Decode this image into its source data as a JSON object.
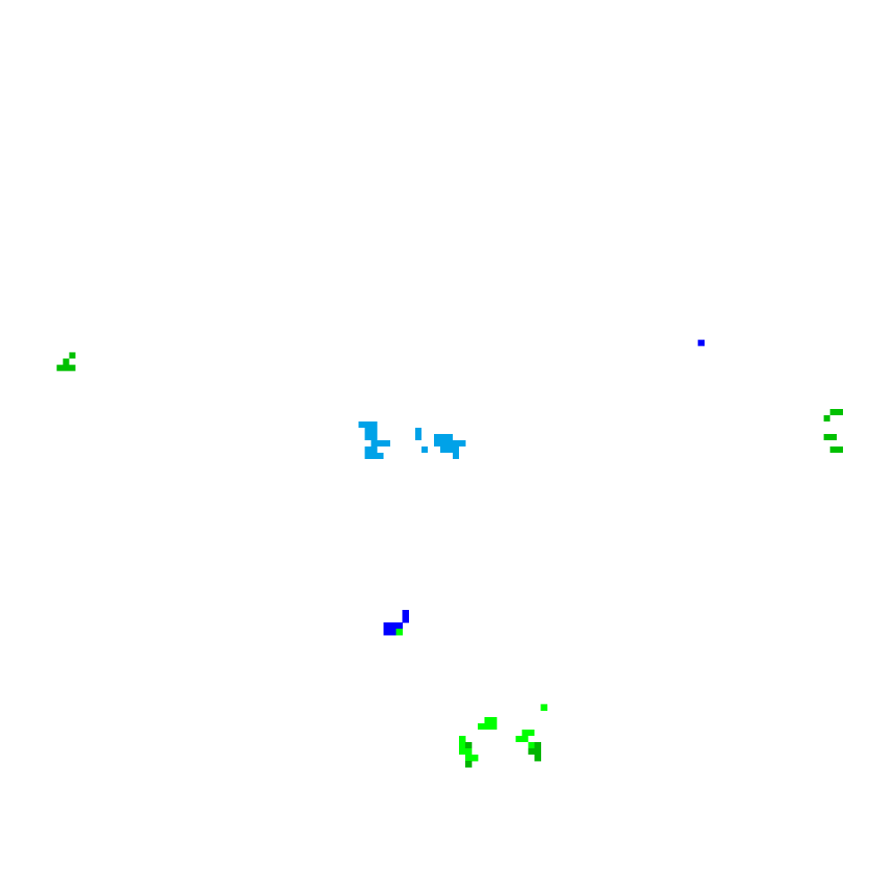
{
  "board": {
    "background": "#ffffff",
    "palette": {
      "cyan_blue": "#00a2e8",
      "blue": "#0000ff",
      "green": "#00c000",
      "bright_green": "#00ff00",
      "emerald_green": "#00b400"
    },
    "grid_columns": 142,
    "grid_rows": 142
  },
  "clusters": [
    {
      "name": "cyan-cluster-left",
      "color": "#00a2e8",
      "cells": [
        [
          57,
          67
        ],
        [
          58,
          67
        ],
        [
          59,
          67
        ],
        [
          59,
          68
        ],
        [
          58,
          68
        ],
        [
          58,
          69
        ],
        [
          59,
          69
        ],
        [
          59,
          70
        ],
        [
          60,
          70
        ],
        [
          61,
          70
        ],
        [
          58,
          71
        ],
        [
          59,
          71
        ],
        [
          58,
          72
        ],
        [
          59,
          72
        ],
        [
          60,
          72
        ]
      ]
    },
    {
      "name": "cyan-cluster-right",
      "color": "#00a2e8",
      "cells": [
        [
          66,
          68
        ],
        [
          66,
          69
        ],
        [
          69,
          69
        ],
        [
          70,
          69
        ],
        [
          71,
          69
        ],
        [
          69,
          70
        ],
        [
          70,
          70
        ],
        [
          71,
          70
        ],
        [
          72,
          70
        ],
        [
          73,
          70
        ],
        [
          67,
          71
        ],
        [
          70,
          71
        ],
        [
          71,
          71
        ],
        [
          72,
          71
        ],
        [
          72,
          72
        ]
      ]
    },
    {
      "name": "blue-dot-top-right",
      "color": "#0000ff",
      "cells": [
        [
          111,
          54
        ]
      ]
    },
    {
      "name": "blue-cluster-center",
      "color": "#0000ff",
      "cells": [
        [
          64,
          97
        ],
        [
          64,
          98
        ],
        [
          62,
          99
        ],
        [
          63,
          99
        ],
        [
          61,
          99
        ],
        [
          61,
          100
        ],
        [
          62,
          100
        ]
      ]
    },
    {
      "name": "green-cell-center",
      "color": "#00ff00",
      "cells": [
        [
          63,
          100
        ]
      ]
    },
    {
      "name": "green-cluster-left-edge",
      "color": "#00c000",
      "cells": [
        [
          11,
          56
        ],
        [
          10,
          57
        ],
        [
          10,
          58
        ],
        [
          9,
          58
        ],
        [
          11,
          58
        ]
      ]
    },
    {
      "name": "green-cluster-right-edge",
      "color": "#00c000",
      "cells": [
        [
          132,
          65
        ],
        [
          133,
          65
        ],
        [
          131,
          66
        ],
        [
          131,
          69
        ],
        [
          132,
          69
        ],
        [
          132,
          71
        ],
        [
          133,
          71
        ]
      ]
    },
    {
      "name": "bright-green-cluster-bottom",
      "color": "#00ff00",
      "cells": [
        [
          86,
          112
        ],
        [
          77,
          114
        ],
        [
          78,
          114
        ],
        [
          76,
          115
        ],
        [
          77,
          115
        ],
        [
          78,
          115
        ],
        [
          83,
          116
        ],
        [
          84,
          116
        ],
        [
          73,
          117
        ],
        [
          82,
          117
        ],
        [
          83,
          117
        ],
        [
          73,
          118
        ],
        [
          84,
          118
        ],
        [
          73,
          119
        ],
        [
          74,
          119
        ],
        [
          74,
          120
        ],
        [
          75,
          120
        ]
      ]
    },
    {
      "name": "emerald-cluster-bottom",
      "color": "#00b400",
      "cells": [
        [
          74,
          118
        ],
        [
          74,
          121
        ],
        [
          85,
          118
        ],
        [
          85,
          119
        ],
        [
          84,
          119
        ],
        [
          85,
          120
        ]
      ]
    }
  ]
}
